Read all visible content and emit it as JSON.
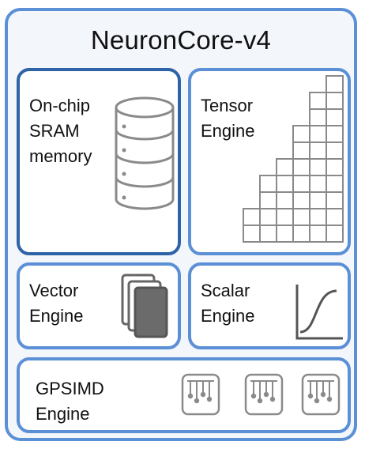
{
  "title": "NeuronCore-v4",
  "components": {
    "sram": {
      "label": "On-chip\nSRAM\nmemory",
      "icon": "database-icon"
    },
    "tensor": {
      "label": "Tensor\nEngine",
      "icon": "staircase-grid-icon"
    },
    "vector": {
      "label": "Vector\nEngine",
      "icon": "stacked-cards-icon"
    },
    "scalar": {
      "label": "Scalar\nEngine",
      "icon": "sigmoid-curve-icon"
    },
    "gpsimd": {
      "label": "GPSIMD\nEngine",
      "icon": "processor-icon"
    }
  },
  "colors": {
    "border": "#5b8fd6",
    "border_dark": "#2f63a8",
    "background": "#f3f6fb",
    "icon_gray": "#8a8a8a",
    "icon_dark": "#666666"
  }
}
